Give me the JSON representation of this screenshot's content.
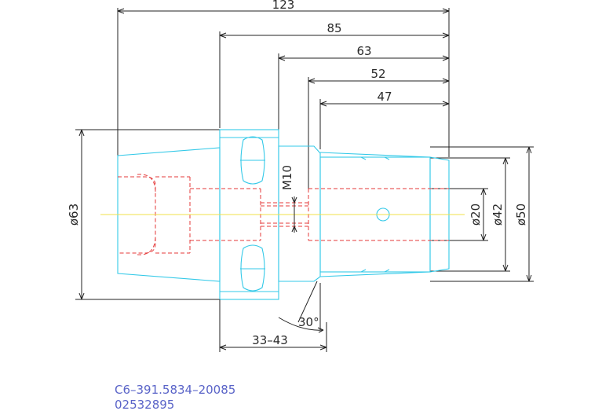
{
  "dimensions": {
    "overall_length": "123",
    "length_85": "85",
    "length_63": "63",
    "length_52": "52",
    "length_47": "47",
    "flange_diameter": "ø63",
    "thread": "M10",
    "bore_diameter": "ø20",
    "diameter_42": "ø42",
    "diameter_50": "ø50",
    "angle": "30°",
    "adjust_range": "33–43"
  },
  "codes": {
    "part_number": "C6–391.5834–20085",
    "item_number": "02532895"
  },
  "colors": {
    "outline": "#33c9e8",
    "hidden": "#e43a3a",
    "centerline": "#f0e04a",
    "dimension": "#222222",
    "code_text": "#5a64c8"
  }
}
